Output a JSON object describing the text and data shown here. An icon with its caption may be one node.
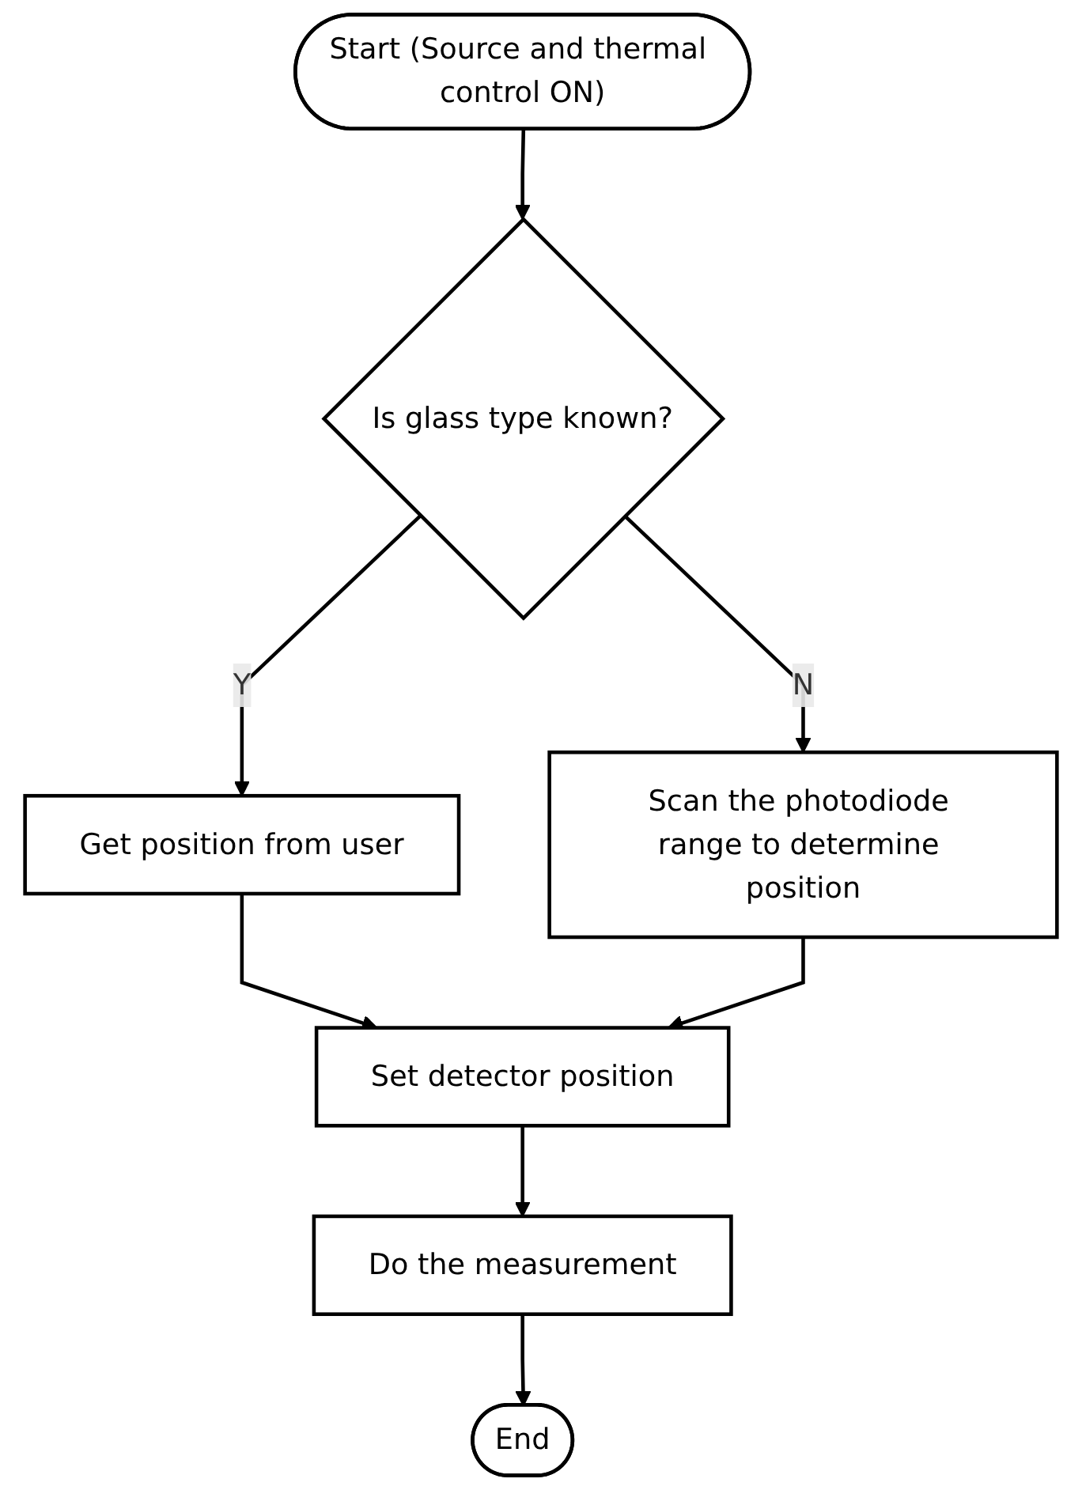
{
  "diagram": {
    "nodes": [
      {
        "text": [
          "Start (Source and thermal control ON)"
        ]
      },
      {
        "text": [
          "Is glass type known?"
        ]
      },
      {
        "text": [
          "Scan the photodiode range to determine position"
        ]
      },
      {
        "text": [
          "Get position from user"
        ]
      },
      {
        "text": [
          "Set detector position"
        ]
      },
      {
        "text": [
          "Do the measurement"
        ]
      },
      {
        "text": [
          "End"
        ]
      }
    ],
    "edges": [
      {
        "from": 0,
        "to": 1,
        "arrow": "to"
      },
      {
        "from": 1,
        "to": 2,
        "arrow": "to",
        "label": "N"
      },
      {
        "from": 1,
        "to": 3,
        "arrow": "to",
        "label": "Y"
      },
      {
        "from": 3,
        "to": 4,
        "arrow": "to"
      },
      {
        "from": 2,
        "to": 4,
        "arrow": "to"
      },
      {
        "from": 4,
        "to": 5,
        "arrow": "to"
      },
      {
        "from": 5,
        "to": 6,
        "arrow": "to"
      }
    ]
  }
}
